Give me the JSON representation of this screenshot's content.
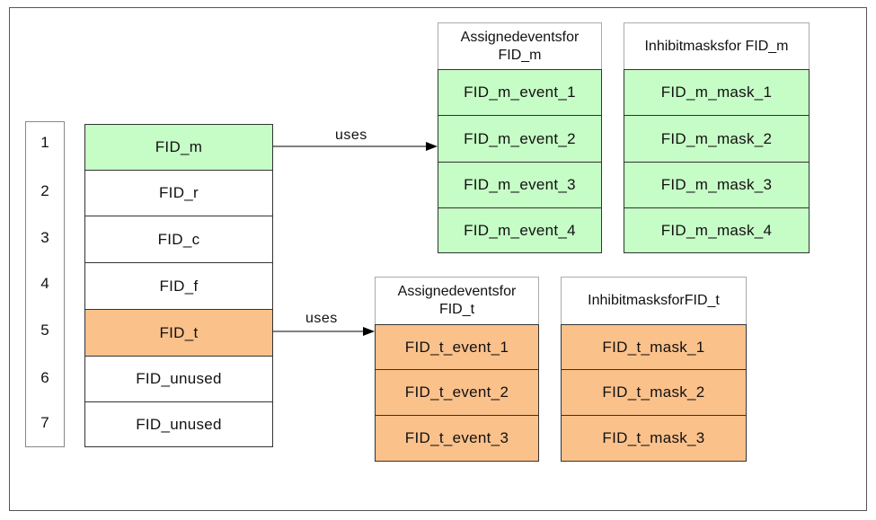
{
  "index_column": [
    "1",
    "2",
    "3",
    "4",
    "5",
    "6",
    "7"
  ],
  "fid_table": [
    {
      "label": "FID_m",
      "color": "#c6fcc6"
    },
    {
      "label": "FID_r",
      "color": "#ffffff"
    },
    {
      "label": "FID_c",
      "color": "#ffffff"
    },
    {
      "label": "FID_f",
      "color": "#ffffff"
    },
    {
      "label": "FID_t",
      "color": "#fbc18b"
    },
    {
      "label": "FID_unused",
      "color": "#ffffff"
    },
    {
      "label": "FID_unused",
      "color": "#ffffff"
    }
  ],
  "arrows": {
    "m_label": "uses",
    "t_label": "uses"
  },
  "fid_m": {
    "events_header": "Assignedeventsfor FID_m",
    "masks_header": "Inhibitmasksfor FID_m",
    "events": [
      "FID_m_event_1",
      "FID_m_event_2",
      "FID_m_event_3",
      "FID_m_event_4"
    ],
    "masks": [
      "FID_m_mask_1",
      "FID_m_mask_2",
      "FID_m_mask_3",
      "FID_m_mask_4"
    ],
    "color": "#c6fcc6"
  },
  "fid_t": {
    "events_header": "Assignedeventsfor FID_t",
    "masks_header": "InhibitmasksforFID_t",
    "events": [
      "FID_t_event_1",
      "FID_t_event_2",
      "FID_t_event_3"
    ],
    "masks": [
      "FID_t_mask_1",
      "FID_t_mask_2",
      "FID_t_mask_3"
    ],
    "color": "#fbc18b"
  }
}
